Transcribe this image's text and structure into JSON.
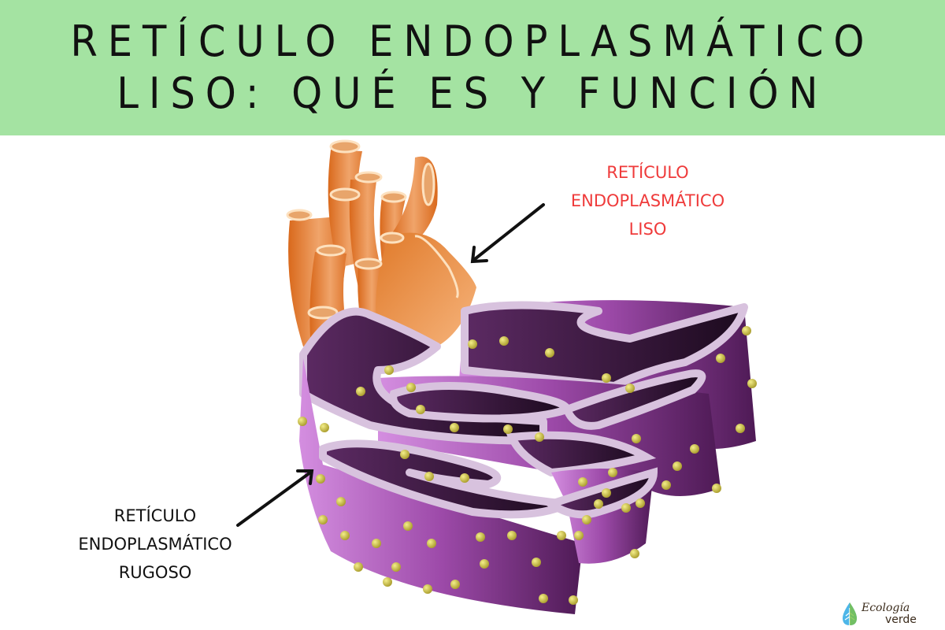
{
  "header": {
    "title_line1": "RETÍCULO ENDOPLASMÁTICO",
    "title_line2": "LISO: QUÉ ES Y FUNCIÓN",
    "background": "#a4e3a2"
  },
  "labels": {
    "smooth_er": {
      "line1": "RETÍCULO",
      "line2": "ENDOPLASMÁTICO",
      "line3": "LISO",
      "color": "#ef3b3b"
    },
    "rough_er": {
      "line1": "RETÍCULO",
      "line2": "ENDOPLASMÁTICO",
      "line3": "RUGOSO",
      "color": "#111111"
    }
  },
  "illustration": {
    "smooth_er_color": "#e07a2a",
    "rough_er_color": "#9b4aa8",
    "lumen_color": "#3e1640",
    "membrane_color": "#d8c2de",
    "ribosome_color": "#c9c24a"
  },
  "logo": {
    "word1": "Ecología",
    "word2": "verde",
    "icon": "leaf-drop-icon"
  }
}
